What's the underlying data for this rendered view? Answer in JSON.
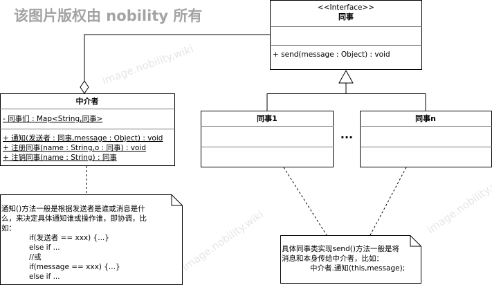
{
  "interface": {
    "stereotype": "<<Interface>>",
    "name": "同事",
    "methods": [
      "+ send(message : Object) : void"
    ]
  },
  "mediator": {
    "name": "中介者",
    "attributes": [
      "- 同事们 : Map<String,同事>"
    ],
    "methods": [
      "+ 通知(发送者 : 同事,message : Object) : void",
      "+ 注册同事(name : String,o : 同事) : void",
      "+ 注销同事(name : String) : 同事"
    ]
  },
  "colleague1": {
    "name": "同事1"
  },
  "colleagueN": {
    "name": "同事n"
  },
  "ellipsis": "···",
  "note1": {
    "lines": [
      "通知()方法一般是根据发送者是谁或消息是什",
      "么，来决定具体通知谁或操作谁，即协调，比",
      "如：",
      "if(发送者 == xxx) {...}",
      "else if ...",
      "//或",
      "if(message == xxx) {...}",
      "else if ..."
    ]
  },
  "note2": {
    "lines": [
      "具体同事类实现send()方法一般是将",
      "消息和本身传给中介者，比如：",
      "中介者.通知(this,message);"
    ]
  },
  "watermark": {
    "text": "该图片版权由 nobility 所有",
    "diagonal": "image.nobility.wiki"
  }
}
